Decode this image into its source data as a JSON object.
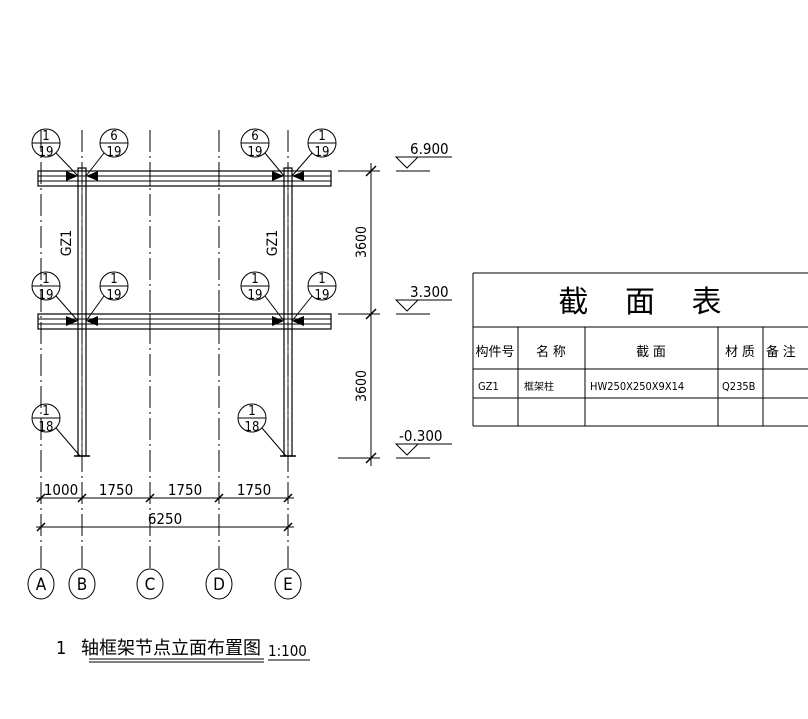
{
  "drawing": {
    "title": "轴框架节点立面布置图",
    "title_number": "1",
    "scale": "1:100",
    "axes": [
      "A",
      "B",
      "C",
      "D",
      "E"
    ],
    "column_label": "GZ1",
    "elevations": [
      "6.900",
      "3.300",
      "-0.300"
    ],
    "vertical_dims": [
      "3600",
      "3600"
    ],
    "horizontal_dims": [
      "1000",
      "1750",
      "1750",
      "1750"
    ],
    "total_dim": "6250",
    "node_callouts": {
      "top_outer": {
        "num": "1",
        "den": "19"
      },
      "top_inner": {
        "num": "6",
        "den": "19"
      },
      "mid": {
        "num": "1",
        "den": "19"
      },
      "base": {
        "num": "1",
        "den": "18"
      }
    }
  },
  "section_table": {
    "title": "截 面 表",
    "headers": [
      "构件号",
      "名 称",
      "截 面",
      "材 质",
      "备 注"
    ],
    "rows": [
      [
        "GZ1",
        "框架柱",
        "HW250X250X9X14",
        "Q235B",
        ""
      ],
      [
        "",
        "",
        "",
        "",
        ""
      ]
    ]
  }
}
